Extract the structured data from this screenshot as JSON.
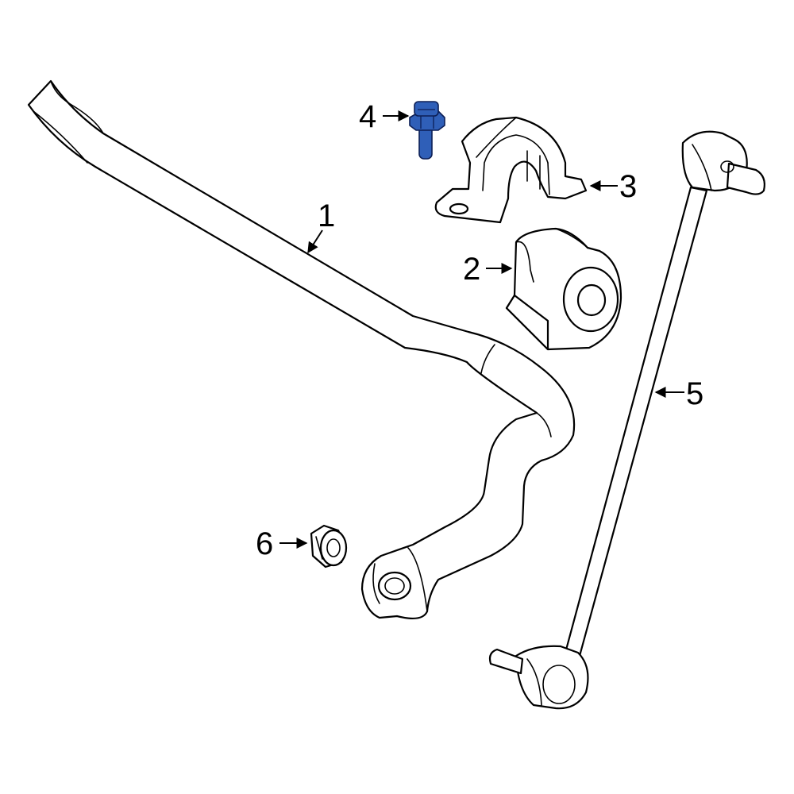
{
  "callouts": {
    "c1": "1",
    "c2": "2",
    "c3": "3",
    "c4": "4",
    "c5": "5",
    "c6": "6"
  },
  "colors": {
    "highlight": "#2f5fb8",
    "line": "#000000",
    "background": "#ffffff"
  }
}
